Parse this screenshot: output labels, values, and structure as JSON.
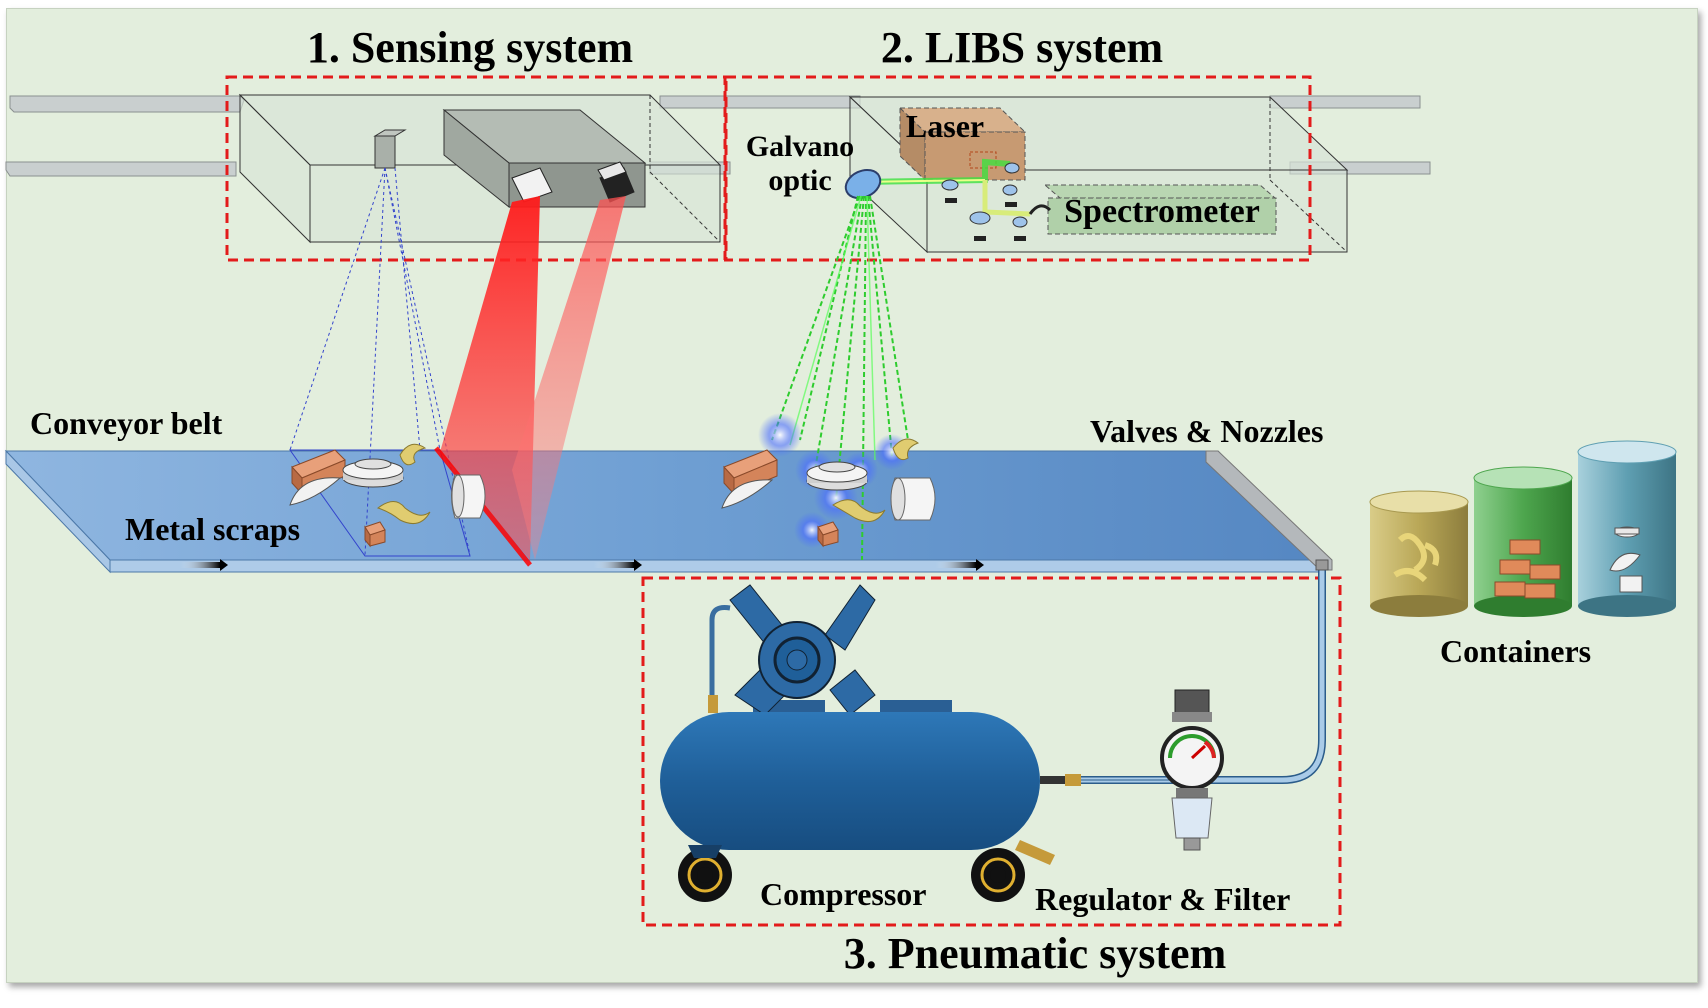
{
  "labels": {
    "sensing_title": "1. Sensing system",
    "libs_title": "2. LIBS system",
    "pneumatic_title": "3. Pneumatic system",
    "galvano_line1": "Galvano",
    "galvano_line2": "optic",
    "laser": "Laser",
    "spectrometer": "Spectrometer",
    "conveyor_belt": "Conveyor belt",
    "metal_scraps": "Metal scraps",
    "valves_nozzles": "Valves & Nozzles",
    "containers": "Containers",
    "compressor": "Compressor",
    "regulator_filter": "Regulator & Filter"
  },
  "colors": {
    "background": "#e3eedd",
    "dashed_box": "#e31b1b",
    "belt": "#6b9bd0",
    "compressor": "#2a6aa5",
    "laser_box": "#c79a72",
    "green_beam": "#2ecc2e",
    "red_beam": "#ff2020",
    "container_gold": "#b8a855",
    "container_green": "#5caa5c",
    "container_teal": "#4f8ea0"
  }
}
